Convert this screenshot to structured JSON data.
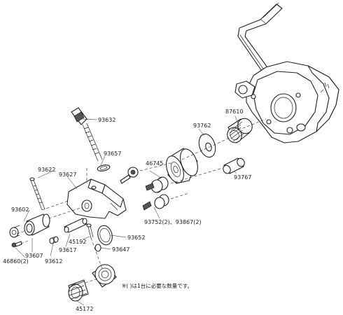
{
  "diagram": {
    "parts": [
      {
        "id": "p93632",
        "number": "93632"
      },
      {
        "id": "p93657",
        "number": "93657"
      },
      {
        "id": "p93622",
        "number": "93622"
      },
      {
        "id": "p93627",
        "number": "93627"
      },
      {
        "id": "p93602",
        "number": "93602"
      },
      {
        "id": "p93607",
        "number": "93607"
      },
      {
        "id": "p46860",
        "number": "46860(2)"
      },
      {
        "id": "p93612",
        "number": "93612"
      },
      {
        "id": "p93617",
        "number": "93617"
      },
      {
        "id": "p45192",
        "number": "45192"
      },
      {
        "id": "p93652",
        "number": "93652"
      },
      {
        "id": "p93647",
        "number": "93647"
      },
      {
        "id": "p45172",
        "number": "45172"
      },
      {
        "id": "p46745",
        "number": "46745"
      },
      {
        "id": "p93752",
        "number": "93752(2)、93867(2)"
      },
      {
        "id": "p93762",
        "number": "93762"
      },
      {
        "id": "p87610",
        "number": "87610"
      },
      {
        "id": "p93767",
        "number": "93767"
      }
    ],
    "note": "※(  )は1台に必要な数量です。"
  }
}
